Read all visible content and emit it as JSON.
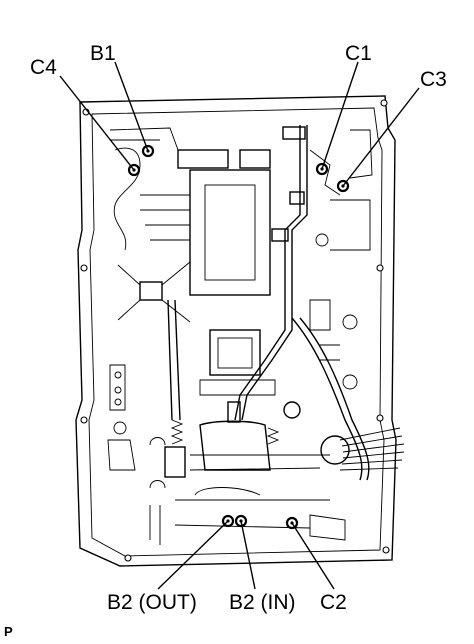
{
  "labels": {
    "c4": "C4",
    "b1": "B1",
    "c1": "C1",
    "c3": "C3",
    "b2_out": "B2 (OUT)",
    "b2_in": "B2 (IN)",
    "c2": "C2"
  },
  "figure_id": "P"
}
